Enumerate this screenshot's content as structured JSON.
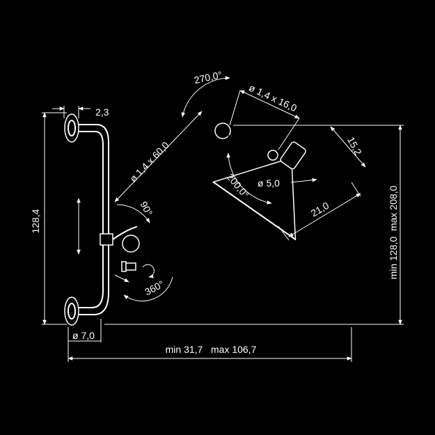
{
  "colors": {
    "background": "#000000",
    "foreground": "#ffffff"
  },
  "dimensions": {
    "height_base": "128,4",
    "width_range": "min 31,7   max 106,7",
    "height_range": "min 128,0  max 208,0",
    "wall_plate_offset": "2,3",
    "wall_plate_diameter": "ø 7,0",
    "arm_long": "ø 1,4 x 60,0",
    "arm_short": "ø 1,4 x 16,0",
    "rotation_top": "270,0°",
    "rotation_mid": "200,0°",
    "rotation_side": "90°",
    "rotation_knob": "360°",
    "socket_diameter": "ø 5,0",
    "shade_height": "15,2",
    "shade_diameter": "21,0"
  }
}
